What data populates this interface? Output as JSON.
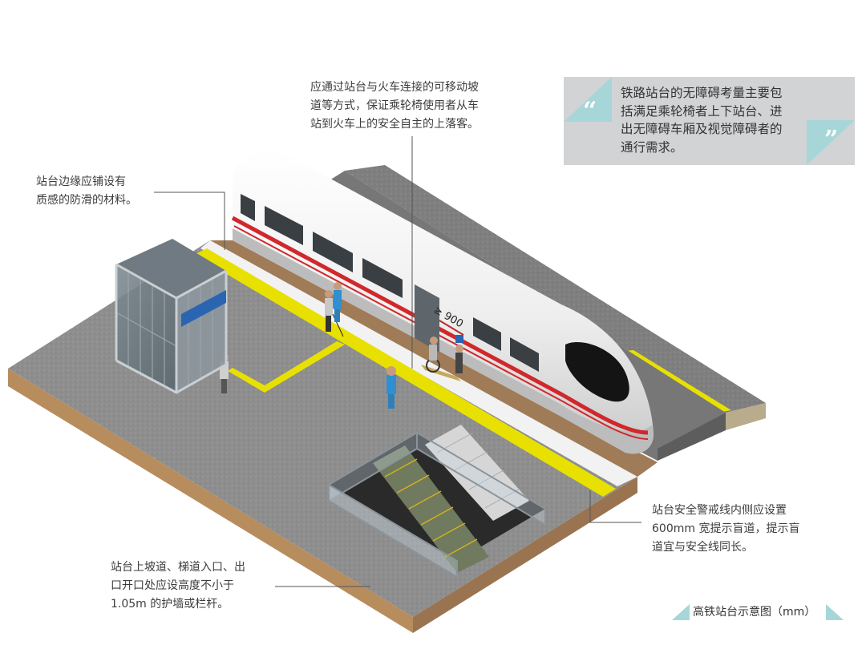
{
  "callouts": {
    "ramp": [
      "应通过站台与火车连接的可移动坡",
      "道等方式，保证乘轮椅使用者从车",
      "站到火车上的安全自主的上落客。"
    ],
    "edge": [
      "站台边缘应铺设有",
      "质感的防滑的材料。"
    ],
    "tactile": [
      "站台安全警戒线内侧应设置",
      "600mm 宽提示盲道，提示盲",
      "道宜与安全线同长。"
    ],
    "guard": [
      "站台上坡道、梯道入口、出",
      "口开口处应设高度不小于",
      "1.05m 的护墙或栏杆。"
    ]
  },
  "quote": {
    "open_mark": "“",
    "close_mark": "”",
    "lines": [
      "铁路站台的无障碍考量主要包",
      "括满足乘轮椅者上下站台、进",
      "出无障碍车厢及视觉障碍者的",
      "通行需求。"
    ]
  },
  "door_width_label": "≥ 900",
  "caption": "高铁站台示意图（mm）",
  "colors": {
    "accent_teal": "#a7d6d8",
    "tactile_yellow": "#e8e000",
    "platform_gray": "#8f8f8f",
    "platform_edge_brown": "#a07b58",
    "train_red": "#d0282b",
    "quote_bg": "#d2d3d5"
  }
}
